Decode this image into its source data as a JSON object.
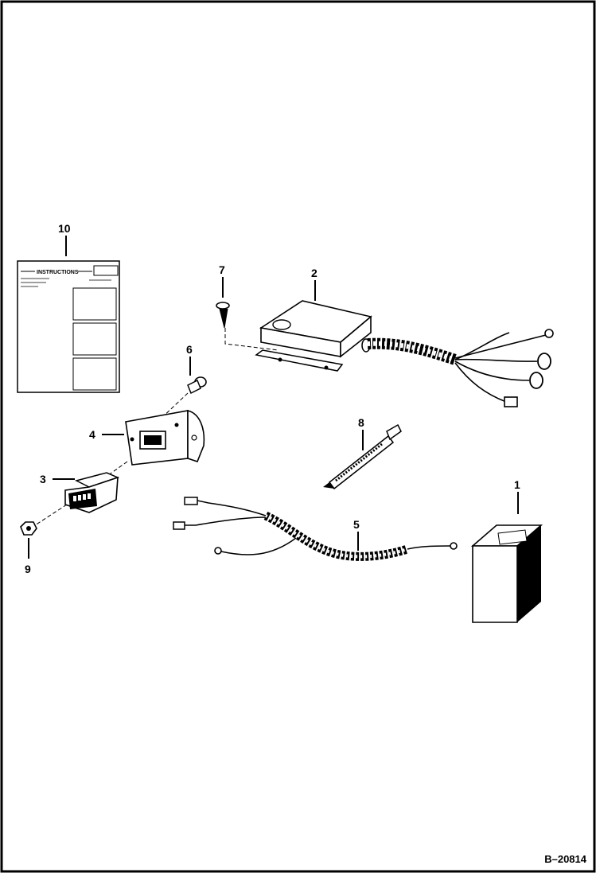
{
  "figure": {
    "reference": "B–20814",
    "callouts": [
      "1",
      "2",
      "3",
      "4",
      "5",
      "6",
      "7",
      "8",
      "9",
      "10"
    ],
    "instructions_sheet": {
      "heading": "INSTRUCTIONS"
    }
  }
}
